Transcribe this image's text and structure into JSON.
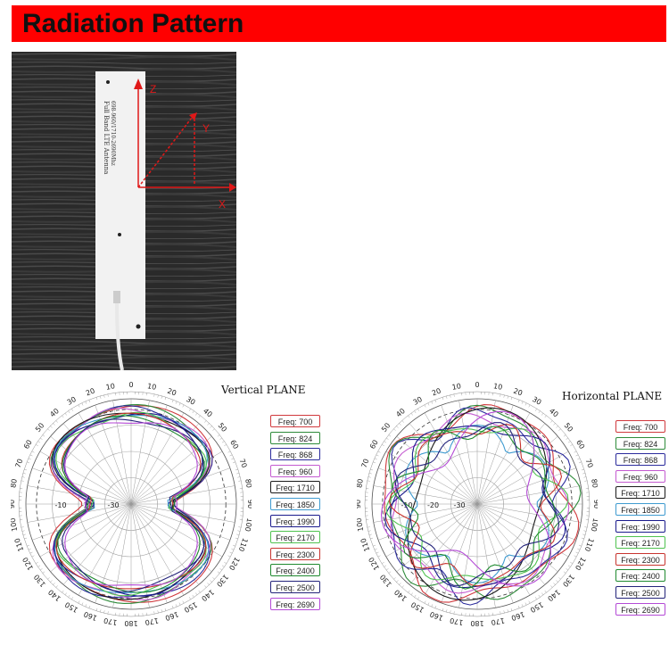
{
  "header": {
    "title": "Radiation Pattern"
  },
  "photo": {
    "antenna_text_line1": "Full Band LTE Antenna",
    "antenna_text_line2": "698-960/1710-2690Mhz",
    "axis_labels": [
      "Z",
      "Y",
      "X"
    ]
  },
  "vertical": {
    "title": "Vertical PLANE",
    "angle_labels": [
      "0",
      "10",
      "20",
      "30",
      "40",
      "50",
      "60",
      "70",
      "80",
      "90",
      "100",
      "110",
      "120",
      "130",
      "140",
      "150",
      "160",
      "170",
      "180",
      "170",
      "160",
      "150",
      "140",
      "130",
      "120",
      "110",
      "100",
      "90",
      "80",
      "70",
      "60",
      "50",
      "40",
      "30",
      "20",
      "10"
    ],
    "radial_labels": [
      "-10",
      "-20",
      "-30"
    ]
  },
  "horizontal": {
    "title": "Horizontal PLANE",
    "angle_labels": [
      "0",
      "10",
      "20",
      "30",
      "40",
      "50",
      "60",
      "70",
      "80",
      "90",
      "100",
      "110",
      "120",
      "130",
      "140",
      "150",
      "160",
      "170",
      "180",
      "170",
      "160",
      "150",
      "140",
      "130",
      "120",
      "110",
      "100",
      "90",
      "80",
      "70",
      "60",
      "50",
      "40",
      "30",
      "20",
      "10"
    ],
    "radial_labels": [
      "-10",
      "-20",
      "-30"
    ]
  },
  "legend": [
    {
      "label": "Freq: 700",
      "color": "#d0393d"
    },
    {
      "label": "Freq: 824",
      "color": "#2e8b3a"
    },
    {
      "label": "Freq: 868",
      "color": "#2b2b9c"
    },
    {
      "label": "Freq: 960",
      "color": "#c45ad0"
    },
    {
      "label": "Freq: 1710",
      "color": "#1a1a1a"
    },
    {
      "label": "Freq: 1850",
      "color": "#3f9bd0"
    },
    {
      "label": "Freq: 1990",
      "color": "#1a1a8c"
    },
    {
      "label": "Freq: 2170",
      "color": "#4fc24f"
    },
    {
      "label": "Freq: 2300",
      "color": "#c8342f"
    },
    {
      "label": "Freq: 2400",
      "color": "#1f8a2f"
    },
    {
      "label": "Freq: 2500",
      "color": "#23237a"
    },
    {
      "label": "Freq: 2690",
      "color": "#b44ad6"
    }
  ]
}
